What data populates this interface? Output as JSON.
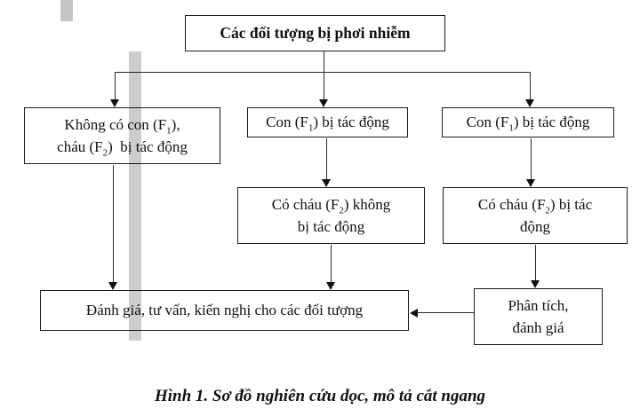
{
  "page": {
    "background": "#ffffff",
    "line_color": "#1c1c1c",
    "highlight_color": "#cdcdcd"
  },
  "flowchart": {
    "boxes": [
      {
        "id": "exposed-subjects",
        "bold": true,
        "lines": [
          [
            {
              "text": "Các đối tượng bị phơi nhiễm"
            }
          ]
        ]
      },
      {
        "id": "no-affected-children",
        "lines": [
          [
            {
              "text": "Không có con (F"
            },
            {
              "text": "1",
              "sub": true
            },
            {
              "text": "),"
            }
          ],
          [
            {
              "text": "cháu (F"
            },
            {
              "text": "2",
              "sub": true
            },
            {
              "text": ")  bị tác động"
            }
          ]
        ]
      },
      {
        "id": "affected-children-mid",
        "lines": [
          [
            {
              "text": "Con (F"
            },
            {
              "text": "1",
              "sub": true
            },
            {
              "text": ") bị tác động"
            }
          ]
        ]
      },
      {
        "id": "affected-children-right",
        "lines": [
          [
            {
              "text": "Con (F"
            },
            {
              "text": "1",
              "sub": true
            },
            {
              "text": ") bị tác động"
            }
          ]
        ]
      },
      {
        "id": "grandchildren-not-affected",
        "lines": [
          [
            {
              "text": "Có cháu (F"
            },
            {
              "text": "2",
              "sub": true
            },
            {
              "text": ") không"
            }
          ],
          [
            {
              "text": "bị tác động"
            }
          ]
        ]
      },
      {
        "id": "grandchildren-affected",
        "lines": [
          [
            {
              "text": "Có cháu (F"
            },
            {
              "text": "2",
              "sub": true
            },
            {
              "text": ") bị tác"
            }
          ],
          [
            {
              "text": "động"
            }
          ]
        ]
      },
      {
        "id": "evaluation-advice",
        "lines": [
          [
            {
              "text": "Đánh giá, tư vấn, kiến nghị cho các đối tượng"
            }
          ]
        ]
      },
      {
        "id": "analysis-evaluation",
        "lines": [
          [
            {
              "text": "Phân tích,"
            }
          ],
          [
            {
              "text": "đánh giá"
            }
          ]
        ]
      }
    ]
  },
  "caption": {
    "text": "Hình 1. Sơ đồ nghiên cứu dọc, mô tả cắt ngang"
  }
}
